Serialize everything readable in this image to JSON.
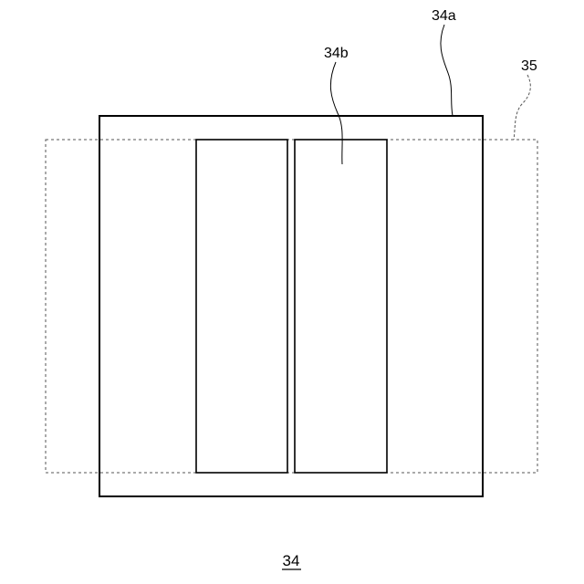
{
  "figure": {
    "caption": "34",
    "labels": {
      "outer_frame": "34a",
      "inner_panel": "34b",
      "dashed_region": "35"
    }
  },
  "colors": {
    "line": "#000000",
    "dashed": "#555555",
    "background": "#ffffff"
  }
}
